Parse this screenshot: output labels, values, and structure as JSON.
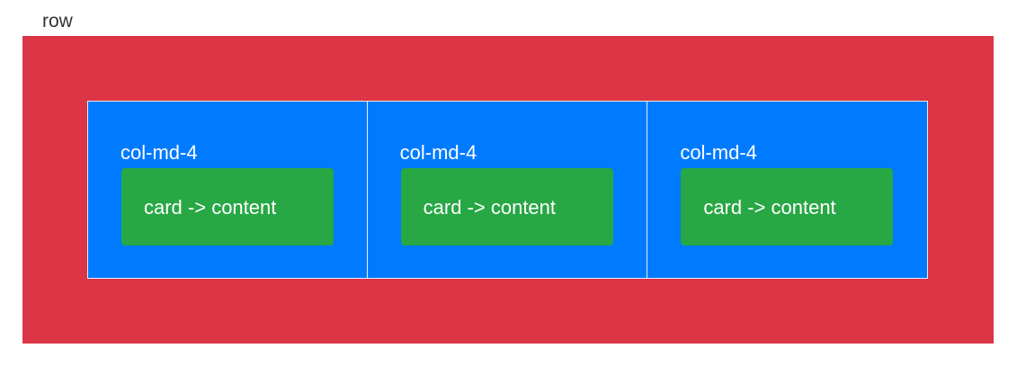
{
  "row": {
    "label": "row",
    "color": "#dc3545"
  },
  "columns": [
    {
      "label": "col-md-4",
      "card_text": "card -> content"
    },
    {
      "label": "col-md-4",
      "card_text": "card -> content"
    },
    {
      "label": "col-md-4",
      "card_text": "card -> content"
    }
  ],
  "colors": {
    "column": "#007bff",
    "card": "#28a745",
    "text": "#ffffff"
  }
}
